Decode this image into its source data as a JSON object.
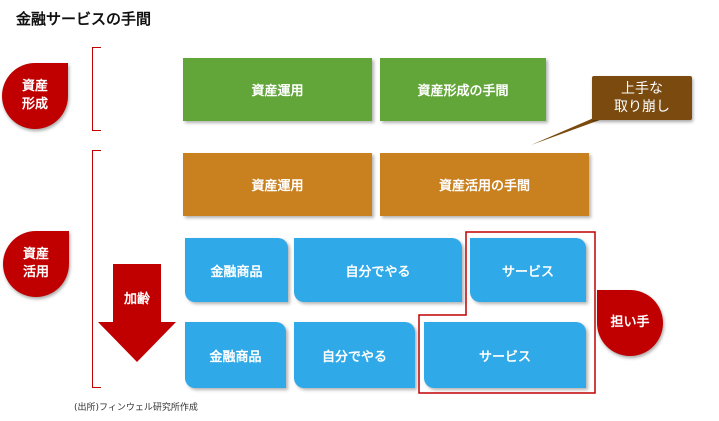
{
  "title": "金融サービスの手間",
  "source_note": "(出所)フィンウェル研究所作成",
  "side_labels": {
    "asset_formation": "資産\n形成",
    "asset_utilization": "資産\n活用"
  },
  "formation_row": [
    "資産運用",
    "資産形成の手間"
  ],
  "utilization_row": [
    "資産運用",
    "資産活用の手間"
  ],
  "blue_row_1": [
    "金融商品",
    "自分でやる",
    "サービス"
  ],
  "blue_row_2": [
    "金融商品",
    "自分でやる",
    "サービス"
  ],
  "aging_arrow_label": "加齢",
  "callout": "上手な\n取り崩し",
  "bearer_label": "担い手",
  "colors": {
    "green": "#62a539",
    "orange": "#c9801f",
    "blue": "#2fa9e8",
    "red": "#c00000",
    "brown": "#7a4a0f"
  }
}
